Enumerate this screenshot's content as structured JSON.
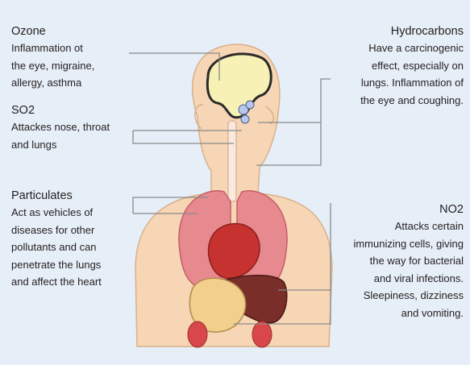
{
  "colors": {
    "background": "#e6eef7",
    "skin": "#f6d6b5",
    "skin_outline": "#d8b08c",
    "lung": "#e68a90",
    "heart": "#c5322f",
    "liver": "#7a2e2a",
    "stomach": "#f3cf8e",
    "kidney": "#d8484b",
    "brain": "#f7f1b5",
    "leader_line": "#8a8a8a"
  },
  "annotations": [
    {
      "id": "ozone",
      "title": "Ozone",
      "lines": [
        "Inflammation ot",
        "the eye, migraine,",
        "allergy, asthma"
      ]
    },
    {
      "id": "so2",
      "title": "SO2",
      "lines": [
        "Attackes nose, throat",
        "and lungs"
      ]
    },
    {
      "id": "particulates",
      "title": "Particulates",
      "lines": [
        "Act as vehicles of",
        "diseases for other",
        "pollutants and can",
        "penetrate the lungs",
        "and affect the heart"
      ]
    },
    {
      "id": "hydrocarbons",
      "title": "Hydrocarbons",
      "lines": [
        "Have a carcinogenic",
        "effect, especially on",
        "lungs. Inflammation of",
        "the eye and coughing."
      ]
    },
    {
      "id": "no2",
      "title": "NO2",
      "lines": [
        "Attacks certain",
        "immunizing cells, giving",
        "the way for bacterial",
        "and viral infections.",
        "Sleepiness, dizziness",
        "and vomiting."
      ]
    }
  ]
}
